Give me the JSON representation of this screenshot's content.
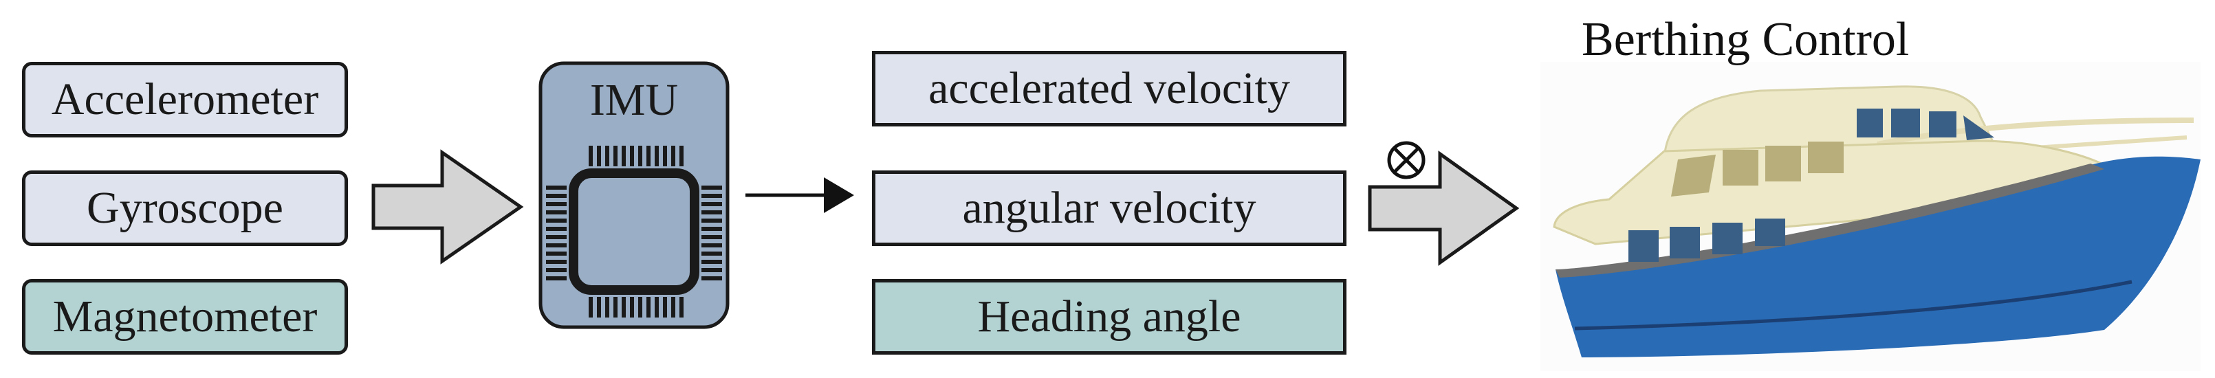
{
  "sensors": [
    {
      "label": "Accelerometer"
    },
    {
      "label": "Gyroscope"
    },
    {
      "label": "Magnetometer"
    }
  ],
  "imu": {
    "label": "IMU"
  },
  "outputs": [
    {
      "label": "accelerated velocity"
    },
    {
      "label": "angular velocity"
    },
    {
      "label": "Heading angle"
    }
  ],
  "berthing": {
    "title": "Berthing Control"
  },
  "colors": {
    "box_light": "#dfe3ed",
    "box_teal": "#b3d2d2",
    "imu_body": "#9aaec6",
    "arrow_fill": "#d4d4d4",
    "hull_blue": "#2a6bb5",
    "cabin_cream": "#eee9c8",
    "window_blue": "#3a5f86"
  },
  "icons": {
    "combiner": "circled-times-icon",
    "chip": "chip-icon",
    "boat": "boat-icon"
  }
}
